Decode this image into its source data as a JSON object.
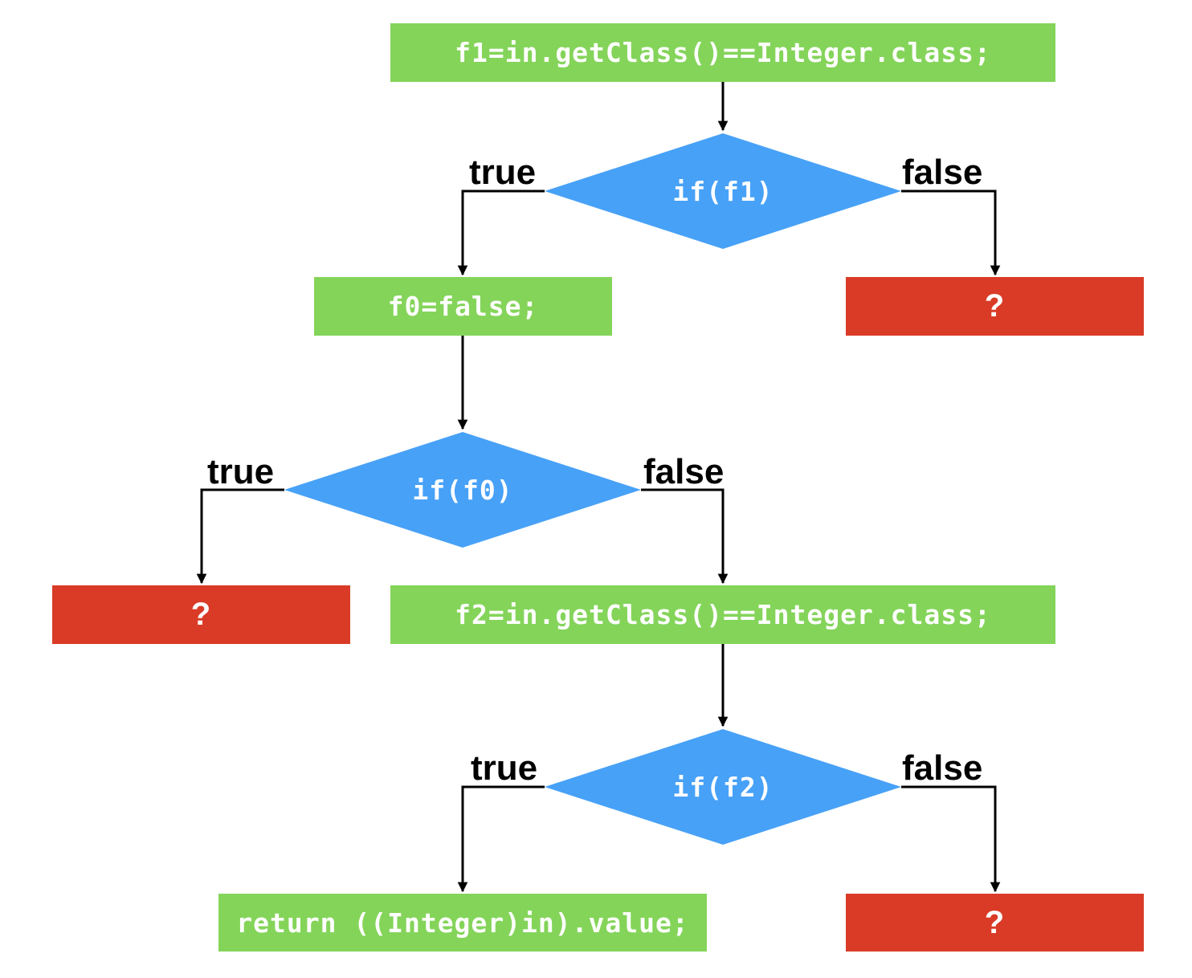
{
  "nodes": {
    "n_f1_assign": "f1=in.getClass()==Integer.class;",
    "n_if_f1": "if(f1)",
    "n_f0_assign": "f0=false;",
    "n_unknown_1": "?",
    "n_if_f0": "if(f0)",
    "n_unknown_2": "?",
    "n_f2_assign": "f2=in.getClass()==Integer.class;",
    "n_if_f2": "if(f2)",
    "n_return": "return ((Integer)in).value;",
    "n_unknown_3": "?"
  },
  "branch_labels": {
    "true": "true",
    "false": "false"
  },
  "edges": [
    {
      "from": "n_f1_assign",
      "to": "n_if_f1",
      "label": ""
    },
    {
      "from": "n_if_f1",
      "to": "n_f0_assign",
      "label": "true"
    },
    {
      "from": "n_if_f1",
      "to": "n_unknown_1",
      "label": "false"
    },
    {
      "from": "n_f0_assign",
      "to": "n_if_f0",
      "label": ""
    },
    {
      "from": "n_if_f0",
      "to": "n_unknown_2",
      "label": "true"
    },
    {
      "from": "n_if_f0",
      "to": "n_f2_assign",
      "label": "false"
    },
    {
      "from": "n_f2_assign",
      "to": "n_if_f2",
      "label": ""
    },
    {
      "from": "n_if_f2",
      "to": "n_return",
      "label": "true"
    },
    {
      "from": "n_if_f2",
      "to": "n_unknown_3",
      "label": "false"
    }
  ],
  "colors": {
    "statement": "#84d45a",
    "decision": "#47a1f7",
    "unknown": "#d93b27",
    "edge": "#000000",
    "text": "#ffffff"
  }
}
